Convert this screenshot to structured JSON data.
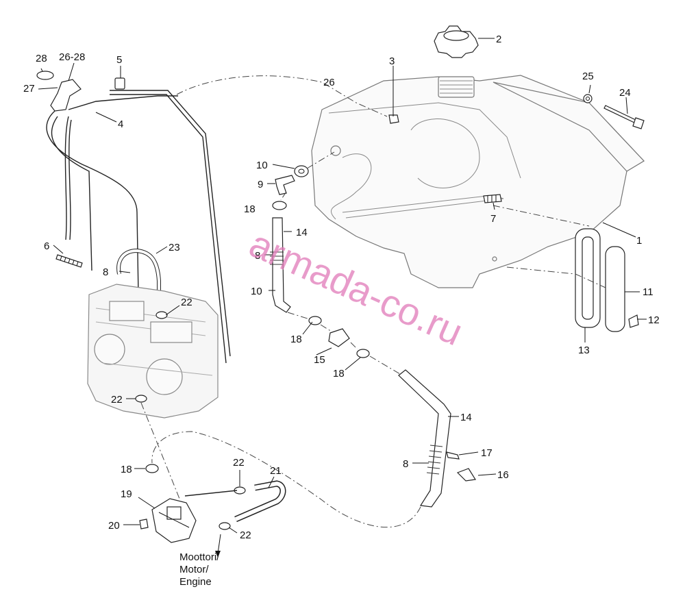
{
  "labels": {
    "l1": "1",
    "l2": "2",
    "l3": "3",
    "l4": "4",
    "l5": "5",
    "l6": "6",
    "l7": "7",
    "l8a": "8",
    "l8b": "8",
    "l8c": "8",
    "l9": "9",
    "l10a": "10",
    "l10b": "10",
    "l11": "11",
    "l12": "12",
    "l13": "13",
    "l14a": "14",
    "l14b": "14",
    "l15": "15",
    "l16": "16",
    "l17": "17",
    "l18a": "18",
    "l18b": "18",
    "l18c": "18",
    "l18d": "18",
    "l19": "19",
    "l20": "20",
    "l21": "21",
    "l22a": "22",
    "l22b": "22",
    "l22c": "22",
    "l22d": "22",
    "l23": "23",
    "l24": "24",
    "l25": "25",
    "l26": "26",
    "l2628": "26-28",
    "l27": "27",
    "l28": "28"
  },
  "engine_note": [
    "Moottori/",
    "Motor/",
    "Engine"
  ],
  "watermark": "armada-co.ru"
}
